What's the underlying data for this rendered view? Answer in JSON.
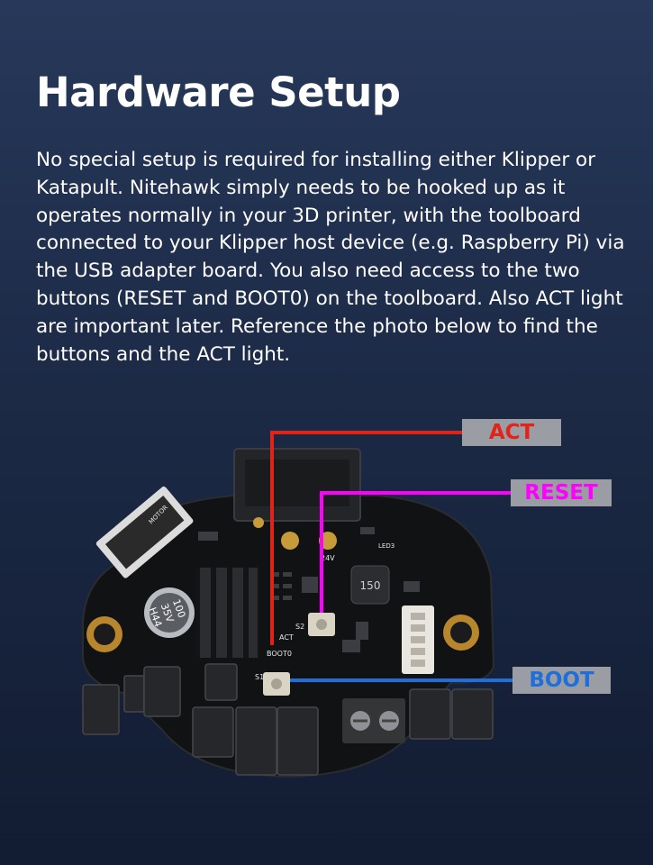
{
  "header": {
    "title": "Hardware Setup"
  },
  "intro": {
    "paragraph": "No special setup is required for installing either Klipper or Katapult. Nitehawk simply needs to be hooked up as it operates normally in your 3D printer, with the toolboard connected to your Klipper host device (e.g. Raspberry Pi) via the USB adapter board. You also need access to the two buttons (RESET and BOOT0) on the toolboard. Also ACT light are important later. Reference the photo below to find the buttons and the ACT light."
  },
  "figure": {
    "callouts": {
      "act": "ACT",
      "reset": "RESET",
      "boot": "BOOT"
    },
    "colors": {
      "act": "#e2231a",
      "reset": "#ff00ff",
      "boot": "#1e6fd9",
      "label_bg": "#9a9da4"
    },
    "board": {
      "cap_value": "100",
      "cap_voltage": "35V",
      "cap_code": "H44",
      "inductor": "150",
      "silk_boot": "BOOT0",
      "silk_act": "ACT",
      "silk_s1": "S1",
      "silk_s2": "S2",
      "silk_24v": "24V",
      "silk_motor": "MOTOR",
      "silk_led": "LED3"
    }
  }
}
